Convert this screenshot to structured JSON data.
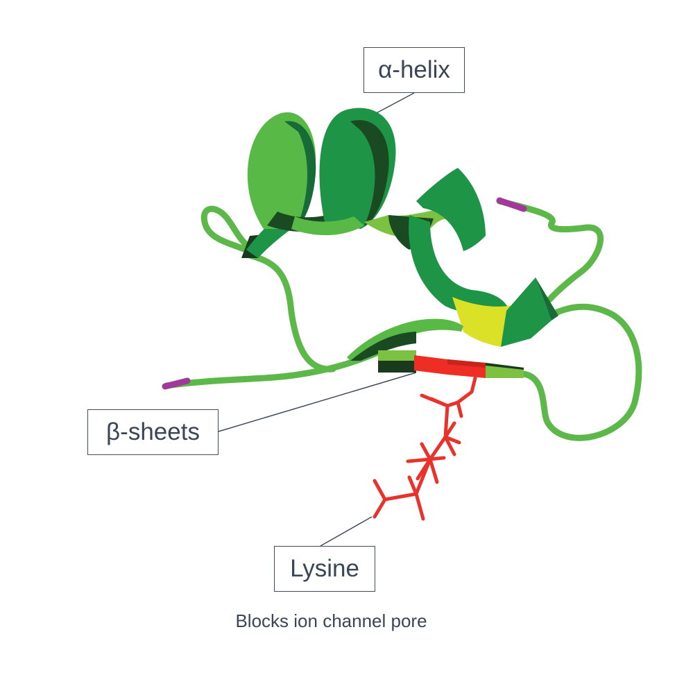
{
  "labels": {
    "helix": "α-helix",
    "sheets": "β-sheets",
    "lysine": "Lysine"
  },
  "caption": "Blocks ion channel pore",
  "colors": {
    "loop": "#5db84a",
    "helix_light": "#58b947",
    "helix_mid": "#1e9447",
    "helix_dark": "#176b36",
    "helix_darkest": "#1a4a22",
    "sheet_light": "#7cc142",
    "sheet_red": "#ee2d24",
    "lysine": "#e8322b",
    "terminus": "#a1399a",
    "yellow": "#dbe126",
    "callout_line": "#3f4b5a",
    "text": "#3a4656"
  }
}
